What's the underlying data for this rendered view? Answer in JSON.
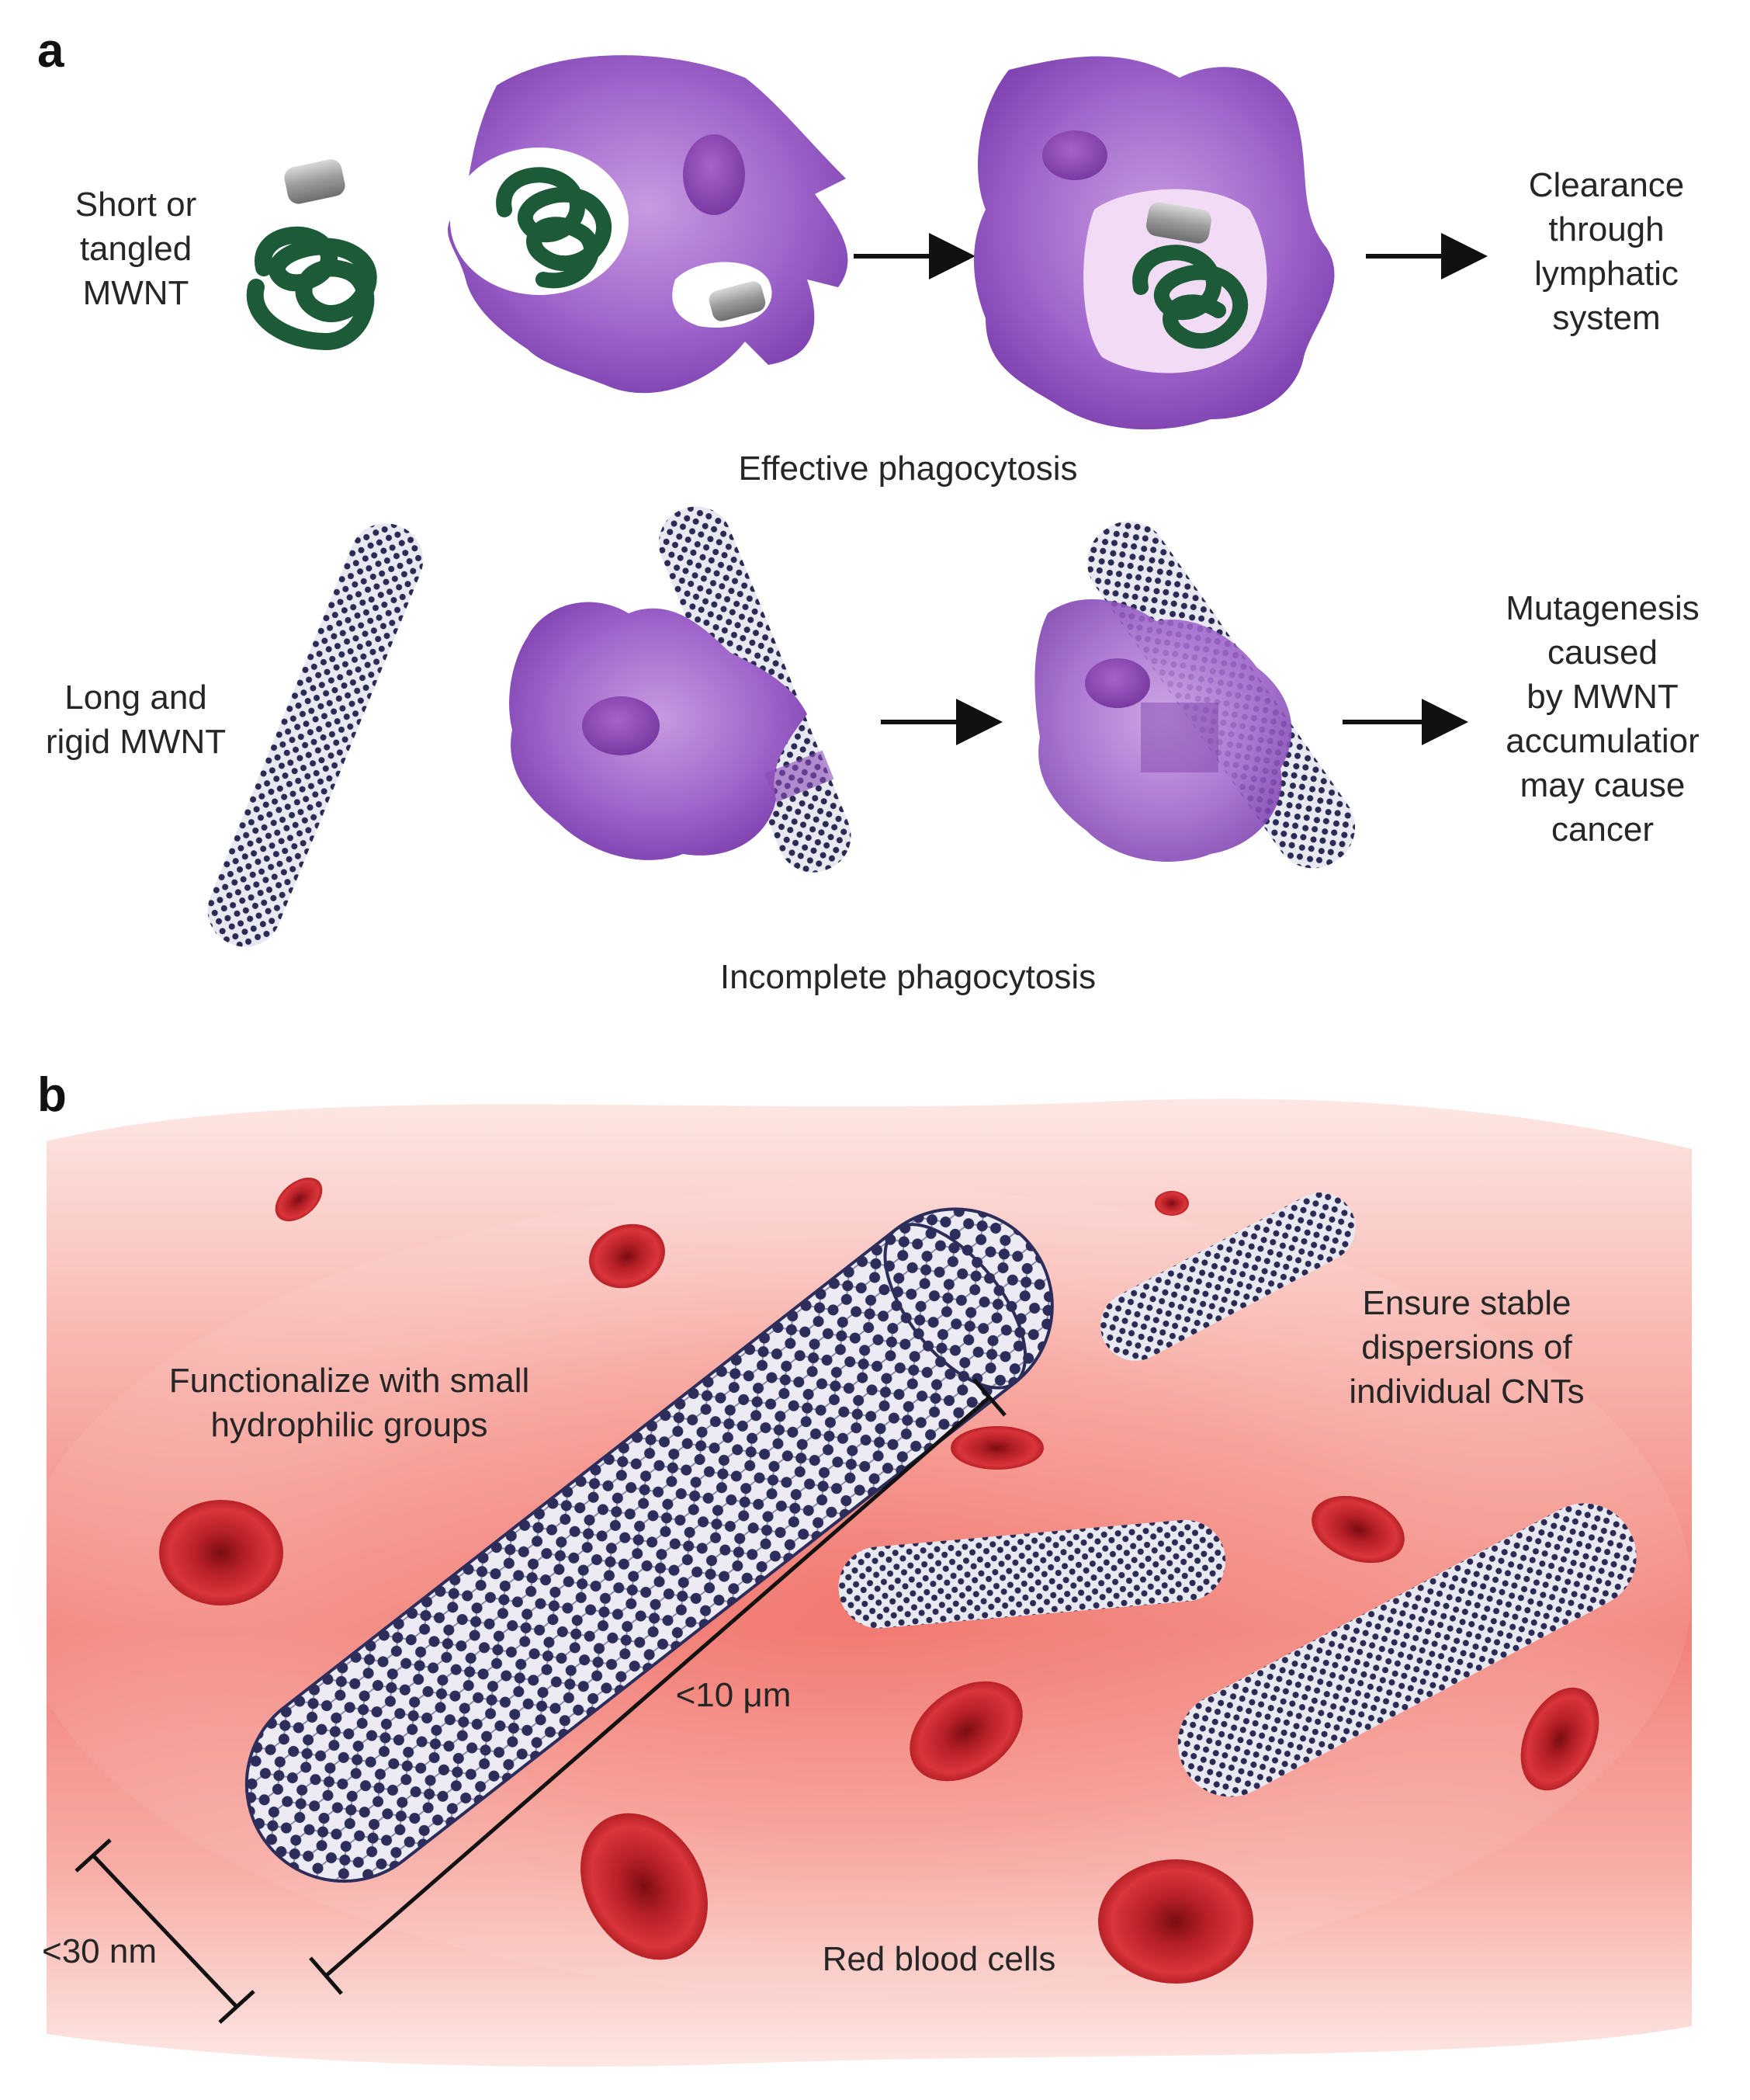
{
  "panel_a": {
    "letter": "a",
    "row1": {
      "input_label": [
        "Short or",
        "tangled",
        "MWNT"
      ],
      "caption": "Effective phagocytosis",
      "outcome": [
        "Clearance",
        "through",
        "lymphatic",
        "system"
      ]
    },
    "row2": {
      "input_label": [
        "Long and",
        "rigid MWNT"
      ],
      "caption": "Incomplete phagocytosis",
      "outcome": [
        "Mutagenesis",
        "caused",
        "by MWNT",
        "accumulatior",
        "may cause",
        "cancer"
      ]
    }
  },
  "panel_b": {
    "letter": "b",
    "functionalize_label": [
      "Functionalize with small",
      "hydrophilic groups"
    ],
    "dispersion_label": [
      "Ensure stable",
      "dispersions of",
      "individual CNTs"
    ],
    "length_label": "<10 μm",
    "diameter_label": "<30 nm",
    "rbc_label": "Red blood cells"
  },
  "colors": {
    "macrophage": "#9b59c6",
    "macrophage_dark": "#7b3fa8",
    "nucleus": "#8e44ad",
    "tangled_mwnt": "#1f5b3a",
    "nanotube_atom": "#2d2d55",
    "blood_glow": "#f28c84",
    "red_blood_cell": "#c0272d"
  }
}
